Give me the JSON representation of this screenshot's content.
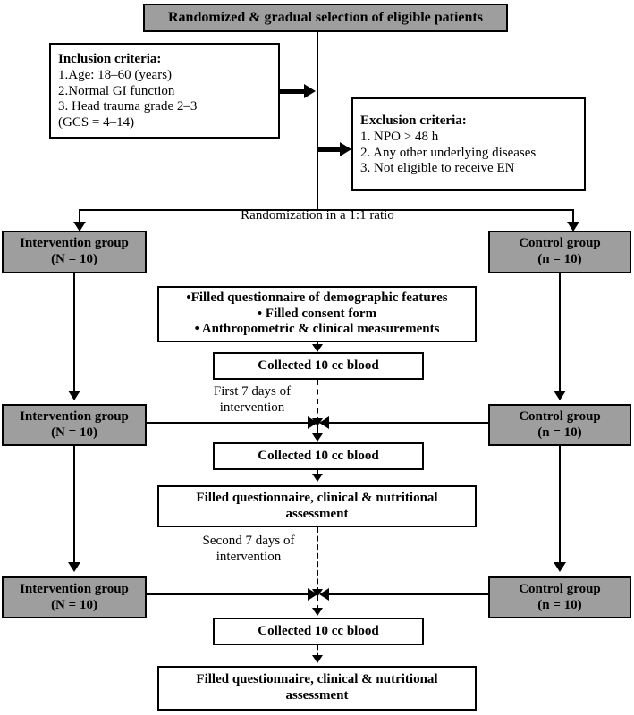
{
  "diagram": {
    "title": "Randomized & gradual selection of eligible patients",
    "header": {
      "label": "Randomized & gradual selection of eligible patients"
    },
    "inclusion": {
      "heading": "Inclusion criteria:",
      "items": [
        "1.Age: 18–60 (years)",
        "2.Normal GI function",
        "3. Head trauma grade 2–3",
        "(GCS = 4–14)"
      ]
    },
    "exclusion": {
      "heading": "Exclusion criteria:",
      "items": [
        "1. NPO > 48 h",
        "2. Any other underlying diseases",
        "3. Not eligible to receive EN"
      ]
    },
    "randomization_label": "Randomization in a 1:1 ratio",
    "groups": {
      "intervention": {
        "label": "Intervention group",
        "count": "(N = 10)"
      },
      "control": {
        "label": "Control group",
        "count": "(n = 10)"
      }
    },
    "baseline": {
      "line1": "•Filled questionnaire of demographic features",
      "line2": "• Filled consent form",
      "line3": "• Anthropometric & clinical measurements"
    },
    "blood": {
      "label": "Collected 10 cc blood"
    },
    "assessment": {
      "line1": "Filled questionnaire, clinical & nutritional",
      "line2": "assessment"
    },
    "periods": {
      "first": {
        "line1": "First 7 days of",
        "line2": "intervention"
      },
      "second": {
        "line1": "Second 7 days of",
        "line2": "intervention"
      }
    },
    "colors": {
      "gray_fill": "#9e9e9e",
      "stroke": "#000000",
      "background": "#ffffff"
    }
  }
}
